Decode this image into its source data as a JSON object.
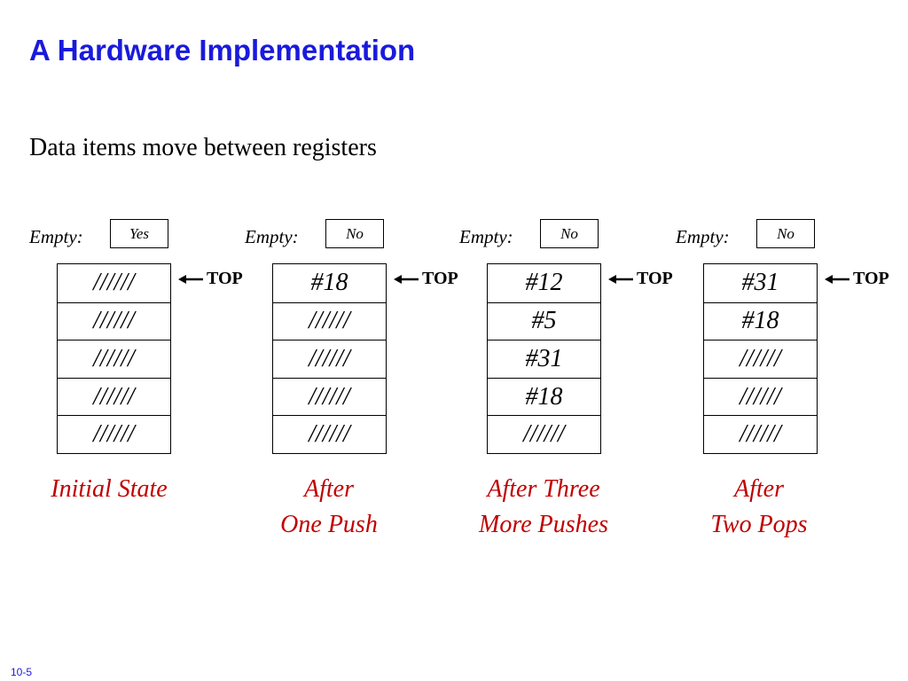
{
  "title": "A Hardware Implementation",
  "subtitle": "Data items move between registers",
  "page_number": "10-5",
  "colors": {
    "title": "#1a1adc",
    "caption": "#c00000",
    "text": "#000000"
  },
  "stacks": [
    {
      "empty_label": "Empty:",
      "empty_value": "Yes",
      "top_label": "TOP",
      "registers": [
        "//////",
        "//////",
        "//////",
        "//////",
        "//////"
      ],
      "caption_lines": [
        "Initial State"
      ]
    },
    {
      "empty_label": "Empty:",
      "empty_value": "No",
      "top_label": "TOP",
      "registers": [
        "#18",
        "//////",
        "//////",
        "//////",
        "//////"
      ],
      "caption_lines": [
        "After",
        "One Push"
      ]
    },
    {
      "empty_label": "Empty:",
      "empty_value": "No",
      "top_label": "TOP",
      "registers": [
        "#12",
        "#5",
        "#31",
        "#18",
        "//////"
      ],
      "caption_lines": [
        "After Three",
        "More Pushes"
      ]
    },
    {
      "empty_label": "Empty:",
      "empty_value": "No",
      "top_label": "TOP",
      "registers": [
        "#31",
        "#18",
        "//////",
        "//////",
        "//////"
      ],
      "caption_lines": [
        "After",
        "Two Pops"
      ]
    }
  ]
}
